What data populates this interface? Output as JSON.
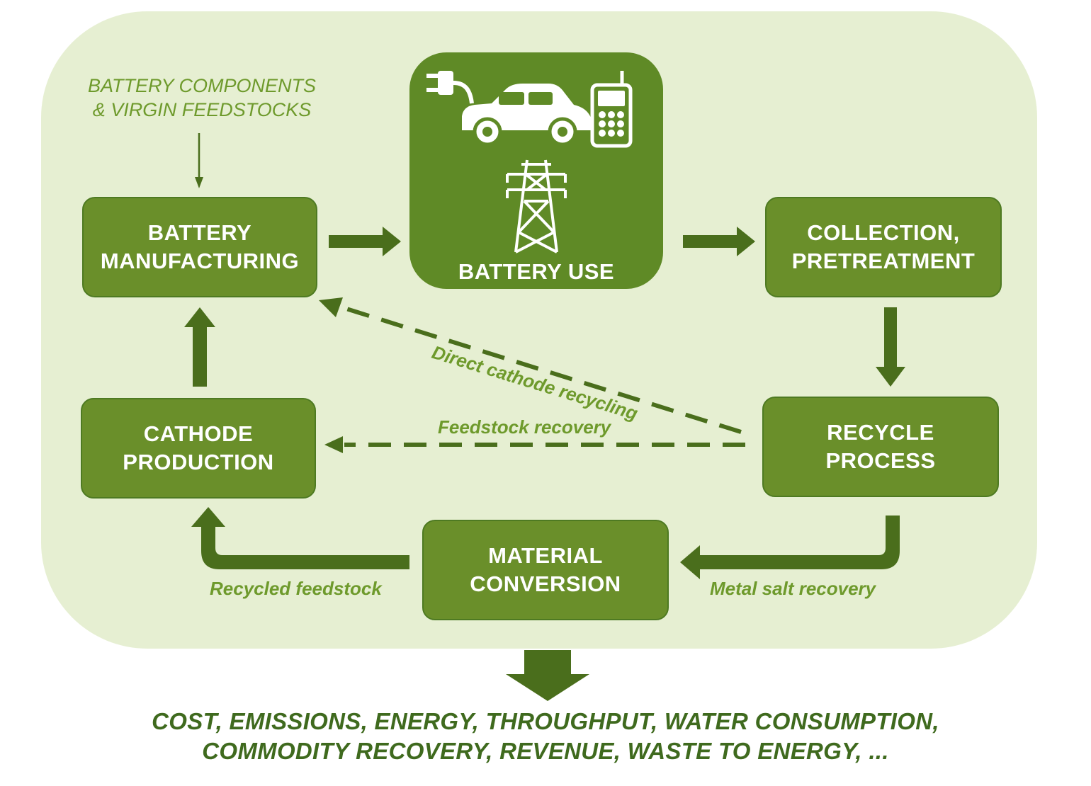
{
  "inputs": {
    "line1": "BATTERY COMPONENTS",
    "line2": "& VIRGIN FEEDSTOCKS"
  },
  "nodes": {
    "manufacturing": {
      "line1": "BATTERY",
      "line2": "MANUFACTURING"
    },
    "use": {
      "label": "BATTERY USE"
    },
    "collection": {
      "line1": "COLLECTION,",
      "line2": "PRETREATMENT"
    },
    "recycle": {
      "line1": "RECYCLE",
      "line2": "PROCESS"
    },
    "cathode": {
      "line1": "CATHODE",
      "line2": "PRODUCTION"
    },
    "material": {
      "line1": "MATERIAL",
      "line2": "CONVERSION"
    }
  },
  "edge_labels": {
    "direct": "Direct cathode recycling",
    "feedstock_recovery": "Feedstock recovery",
    "recycled_feedstock": "Recycled feedstock",
    "metal_salt": "Metal salt recovery"
  },
  "outputs": {
    "line1": "COST, EMISSIONS, ENERGY, THROUGHPUT, WATER CONSUMPTION,",
    "line2": "COMMODITY RECOVERY, REVENUE, WASTE TO ENERGY, ..."
  },
  "icons": [
    "plug-icon",
    "car-icon",
    "cell-phone-icon",
    "power-tower-icon"
  ],
  "colors": {
    "panel": "#e6efd2",
    "box": "#6a8f2a",
    "arrow": "#4a6e1c",
    "label": "#6e9a2c",
    "output_text": "#3f6a1e"
  }
}
